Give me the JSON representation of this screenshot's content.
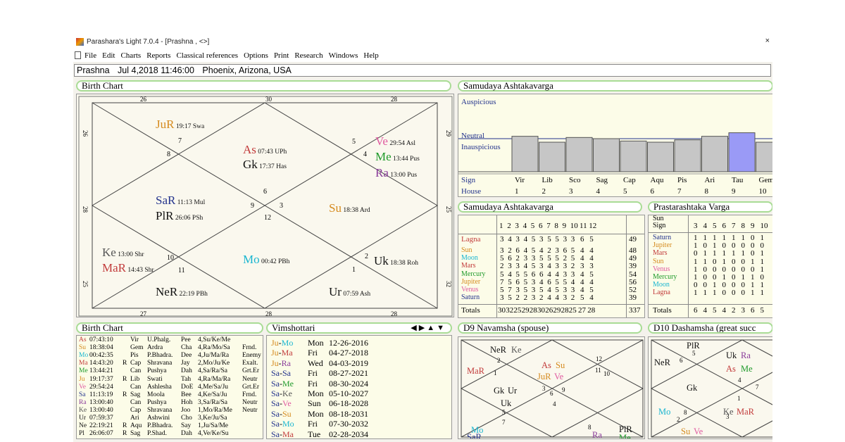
{
  "window": {
    "title": "Parashara's Light 7.0.4 - [Prashna , <>]",
    "close": "×"
  },
  "menu": [
    "File",
    "Edit",
    "Charts",
    "Reports",
    "Classical references",
    "Options",
    "Print",
    "Research",
    "Windows",
    "Help"
  ],
  "info": {
    "name": "Prashna",
    "datetime": "Jul 4,2018 11:46:00",
    "place": "Phoenix, Arizona, USA"
  },
  "birth_chart": {
    "title": "Birth Chart",
    "top_nums": [
      "26",
      "30",
      "28"
    ],
    "bottom_nums": [
      "27",
      "28",
      "28"
    ],
    "left_nums": [
      "26",
      "28",
      "25"
    ],
    "right_nums": [
      "29",
      "25",
      "32"
    ],
    "house_nums": [
      "6",
      "9",
      "3",
      "12",
      "5",
      "4",
      "7",
      "8",
      "10",
      "11",
      "2",
      "1"
    ],
    "planets": [
      {
        "name": "JuR",
        "deg": "19:17",
        "nak": "Swa",
        "color": "#d58a1e"
      },
      {
        "name": "As",
        "deg": "07:43",
        "nak": "UPh",
        "color": "#c23b3b"
      },
      {
        "name": "Gk",
        "deg": "17:37",
        "nak": "Has",
        "color": "#111"
      },
      {
        "name": "Ve",
        "deg": "29:54",
        "nak": "Asl",
        "color": "#e05aa0"
      },
      {
        "name": "Me",
        "deg": "13:44",
        "nak": "Pus",
        "color": "#1f9a2a"
      },
      {
        "name": "Ra",
        "deg": "13:00",
        "nak": "Pus",
        "color": "#8a3c9a"
      },
      {
        "name": "SaR",
        "deg": "11:13",
        "nak": "Mul",
        "color": "#22328c"
      },
      {
        "name": "PlR",
        "deg": "26:06",
        "nak": "PSh",
        "color": "#111"
      },
      {
        "name": "Su",
        "deg": "18:38",
        "nak": "Ard",
        "color": "#d58a1e"
      },
      {
        "name": "Ke",
        "deg": "13:00",
        "nak": "Shr",
        "color": "#555"
      },
      {
        "name": "MaR",
        "deg": "14:43",
        "nak": "Shr",
        "color": "#c23b3b"
      },
      {
        "name": "Mo",
        "deg": "00:42",
        "nak": "PBh",
        "color": "#18b5d0"
      },
      {
        "name": "Uk",
        "deg": "18:38",
        "nak": "Roh",
        "color": "#111"
      },
      {
        "name": "NeR",
        "deg": "22:19",
        "nak": "PBh",
        "color": "#111"
      },
      {
        "name": "Ur",
        "deg": "07:59",
        "nak": "Ash",
        "color": "#111"
      }
    ]
  },
  "samudaya_bar": {
    "title": "Samudaya Ashtakavarga",
    "auspicious": "Auspicious",
    "neutral": "Neutral",
    "inauspicious": "Inauspicious",
    "sign_label": "Sign",
    "house_label": "House",
    "signs": [
      "Vir",
      "Lib",
      "Sco",
      "Sag",
      "Cap",
      "Aqu",
      "Pis",
      "Ari",
      "Tau",
      "Gem"
    ],
    "houses": [
      "1",
      "2",
      "3",
      "4",
      "5",
      "6",
      "7",
      "8",
      "9",
      "10"
    ],
    "values": [
      30,
      25,
      29,
      28,
      26,
      25,
      27,
      30,
      33,
      25
    ],
    "highlight_index": 8
  },
  "samudaya_table": {
    "title": "Samudaya Ashtakavarga",
    "header": [
      "1",
      "2",
      "3",
      "4",
      "5",
      "6",
      "7",
      "8",
      "9",
      "10",
      "11",
      "12"
    ],
    "lagna": {
      "label": "Lagna",
      "vals": [
        "3",
        "4",
        "3",
        "4",
        "5",
        "3",
        "5",
        "5",
        "3",
        "3",
        "6",
        "5"
      ],
      "total": "49"
    },
    "rows": [
      {
        "label": "Sun",
        "color": "#d58a1e",
        "vals": [
          "3",
          "2",
          "6",
          "4",
          "5",
          "4",
          "2",
          "3",
          "6",
          "5",
          "4",
          "4"
        ],
        "total": "48"
      },
      {
        "label": "Moon",
        "color": "#18b5d0",
        "vals": [
          "5",
          "6",
          "2",
          "3",
          "3",
          "5",
          "5",
          "5",
          "2",
          "5",
          "4",
          "4"
        ],
        "total": "49"
      },
      {
        "label": "Mars",
        "color": "#c23b3b",
        "vals": [
          "2",
          "3",
          "3",
          "4",
          "5",
          "3",
          "4",
          "3",
          "3",
          "2",
          "3",
          "3"
        ],
        "total": "39"
      },
      {
        "label": "Mercury",
        "color": "#1f9a2a",
        "vals": [
          "5",
          "4",
          "5",
          "5",
          "6",
          "6",
          "4",
          "4",
          "3",
          "3",
          "4",
          "5"
        ],
        "total": "54"
      },
      {
        "label": "Jupiter",
        "color": "#d58a1e",
        "vals": [
          "7",
          "5",
          "6",
          "5",
          "3",
          "4",
          "6",
          "5",
          "5",
          "4",
          "4",
          "4"
        ],
        "total": "56"
      },
      {
        "label": "Venus",
        "color": "#e05aa0",
        "vals": [
          "5",
          "7",
          "3",
          "5",
          "3",
          "5",
          "4",
          "5",
          "3",
          "3",
          "4",
          "5"
        ],
        "total": "52"
      },
      {
        "label": "Saturn",
        "color": "#22328c",
        "vals": [
          "3",
          "5",
          "2",
          "2",
          "3",
          "2",
          "4",
          "4",
          "3",
          "2",
          "5",
          "4"
        ],
        "total": "39"
      }
    ],
    "totals": {
      "label": "Totals",
      "vals": [
        "30",
        "32",
        "25",
        "29",
        "28",
        "30",
        "26",
        "29",
        "28",
        "25",
        "27",
        "28"
      ],
      "total": "337"
    }
  },
  "prastarashtaka": {
    "title": "Prastarashtaka Varga",
    "sun_label": "Sun",
    "sign_label": "Sign",
    "header": [
      "3",
      "4",
      "5",
      "6",
      "7",
      "8",
      "9",
      "10"
    ],
    "rows": [
      {
        "label": "Saturn",
        "color": "#22328c",
        "vals": [
          "1",
          "1",
          "1",
          "1",
          "1",
          "1",
          "0",
          "1"
        ]
      },
      {
        "label": "Jupiter",
        "color": "#d58a1e",
        "vals": [
          "1",
          "0",
          "1",
          "0",
          "0",
          "0",
          "0",
          "0"
        ]
      },
      {
        "label": "Mars",
        "color": "#c23b3b",
        "vals": [
          "0",
          "1",
          "1",
          "1",
          "1",
          "1",
          "0",
          "1"
        ]
      },
      {
        "label": "Sun",
        "color": "#d58a1e",
        "vals": [
          "1",
          "1",
          "0",
          "1",
          "0",
          "0",
          "1",
          "1"
        ]
      },
      {
        "label": "Venus",
        "color": "#e05aa0",
        "vals": [
          "1",
          "0",
          "0",
          "0",
          "0",
          "0",
          "0",
          "1"
        ]
      },
      {
        "label": "Mercury",
        "color": "#1f9a2a",
        "vals": [
          "1",
          "0",
          "0",
          "1",
          "0",
          "1",
          "1",
          "0"
        ]
      },
      {
        "label": "Moon",
        "color": "#18b5d0",
        "vals": [
          "0",
          "0",
          "1",
          "0",
          "0",
          "0",
          "1",
          "1"
        ]
      },
      {
        "label": "Lagna",
        "color": "#c23b3b",
        "vals": [
          "1",
          "1",
          "1",
          "0",
          "0",
          "0",
          "1",
          "1"
        ]
      }
    ],
    "totals": {
      "label": "Totals",
      "vals": [
        "6",
        "4",
        "5",
        "4",
        "2",
        "3",
        "6",
        "5"
      ]
    }
  },
  "birth_list": {
    "title": "Birth Chart",
    "rows": [
      {
        "p": "As",
        "c": "#c23b3b",
        "deg": "07:43:10",
        "r": "",
        "sign": "Vir",
        "nak": "U.Phalg.",
        "pada": "Pee",
        "lords": "4,Su/Ke/Me",
        "dig": ""
      },
      {
        "p": "Su",
        "c": "#d58a1e",
        "deg": "18:38:04",
        "r": "",
        "sign": "Gem",
        "nak": "Ardra",
        "pada": "Cha",
        "lords": "4,Ra/Mo/Sa",
        "dig": "Frnd."
      },
      {
        "p": "Mo",
        "c": "#18b5d0",
        "deg": "00:42:35",
        "r": "",
        "sign": "Pis",
        "nak": "P.Bhadra.",
        "pada": "Dee",
        "lords": "4,Ju/Ma/Ra",
        "dig": "Enemy"
      },
      {
        "p": "Ma",
        "c": "#c23b3b",
        "deg": "14:43:20",
        "r": "R",
        "sign": "Cap",
        "nak": "Shravana",
        "pada": "Jay",
        "lords": "2,Mo/Ju/Ke",
        "dig": "Exalt."
      },
      {
        "p": "Me",
        "c": "#1f9a2a",
        "deg": "13:44:21",
        "r": "",
        "sign": "Can",
        "nak": "Pushya",
        "pada": "Dah",
        "lords": "4,Sa/Ra/Sa",
        "dig": "Grt.Er"
      },
      {
        "p": "Ju",
        "c": "#d58a1e",
        "deg": "19:17:37",
        "r": "R",
        "sign": "Lib",
        "nak": "Swati",
        "pada": "Tah",
        "lords": "4,Ra/Ma/Ra",
        "dig": "Neutr"
      },
      {
        "p": "Ve",
        "c": "#e05aa0",
        "deg": "29:54:24",
        "r": "",
        "sign": "Can",
        "nak": "Ashlesha",
        "pada": "DoE",
        "lords": "4,Me/Sa/Ju",
        "dig": "Grt.Er"
      },
      {
        "p": "Sa",
        "c": "#22328c",
        "deg": "11:13:19",
        "r": "R",
        "sign": "Sag",
        "nak": "Moola",
        "pada": "Bee",
        "lords": "4,Ke/Sa/Ju",
        "dig": "Frnd."
      },
      {
        "p": "Ra",
        "c": "#8a3c9a",
        "deg": "13:00:40",
        "r": "",
        "sign": "Can",
        "nak": "Pushya",
        "pada": "Hoh",
        "lords": "3,Sa/Ra/Sa",
        "dig": "Neutr"
      },
      {
        "p": "Ke",
        "c": "#555",
        "deg": "13:00:40",
        "r": "",
        "sign": "Cap",
        "nak": "Shravana",
        "pada": "Joo",
        "lords": "1,Mo/Ra/Me",
        "dig": "Neutr"
      },
      {
        "p": "Ur",
        "c": "#111",
        "deg": "07:59:37",
        "r": "",
        "sign": "Ari",
        "nak": "Ashwini",
        "pada": "Cho",
        "lords": "3,Ke/Ju/Sa",
        "dig": ""
      },
      {
        "p": "Ne",
        "c": "#111",
        "deg": "22:19:21",
        "r": "R",
        "sign": "Aqu",
        "nak": "P.Bhadra.",
        "pada": "Say",
        "lords": "1,Ju/Sa/Me",
        "dig": ""
      },
      {
        "p": "Pl",
        "c": "#111",
        "deg": "26:06:07",
        "r": "R",
        "sign": "Sag",
        "nak": "P.Shad.",
        "pada": "Dah",
        "lords": "4,Ve/Ke/Su",
        "dig": ""
      }
    ]
  },
  "vimshottari": {
    "title": "Vimshottari",
    "nav": [
      "◀",
      "▶",
      "▲",
      "▼"
    ],
    "rows": [
      {
        "a": "Ju",
        "ac": "#d58a1e",
        "b": "Mo",
        "bc": "#18b5d0",
        "day": "Mon",
        "date": "12-26-2016"
      },
      {
        "a": "Ju",
        "ac": "#d58a1e",
        "b": "Ma",
        "bc": "#c23b3b",
        "day": "Fri",
        "date": "04-27-2018"
      },
      {
        "a": "Ju",
        "ac": "#d58a1e",
        "b": "Ra",
        "bc": "#8a3c9a",
        "day": "Wed",
        "date": "04-03-2019"
      },
      {
        "a": "Sa",
        "ac": "#22328c",
        "b": "Sa",
        "bc": "#22328c",
        "day": "Fri",
        "date": "08-27-2021"
      },
      {
        "a": "Sa",
        "ac": "#22328c",
        "b": "Me",
        "bc": "#1f9a2a",
        "day": "Fri",
        "date": "08-30-2024"
      },
      {
        "a": "Sa",
        "ac": "#22328c",
        "b": "Ke",
        "bc": "#555",
        "day": "Mon",
        "date": "05-10-2027"
      },
      {
        "a": "Sa",
        "ac": "#22328c",
        "b": "Ve",
        "bc": "#e05aa0",
        "day": "Sun",
        "date": "06-18-2028"
      },
      {
        "a": "Sa",
        "ac": "#22328c",
        "b": "Su",
        "bc": "#d58a1e",
        "day": "Mon",
        "date": "08-18-2031"
      },
      {
        "a": "Sa",
        "ac": "#22328c",
        "b": "Mo",
        "bc": "#18b5d0",
        "day": "Fri",
        "date": "07-30-2032"
      },
      {
        "a": "Sa",
        "ac": "#22328c",
        "b": "Ma",
        "bc": "#c23b3b",
        "day": "Tue",
        "date": "02-28-2034"
      }
    ]
  },
  "d9": {
    "title": "D9 Navamsha  (spouse)",
    "nums": [
      "2",
      "1",
      "12",
      "11",
      "10",
      "3",
      "9",
      "6",
      "4",
      "5",
      "7",
      "8"
    ],
    "planets": [
      {
        "t": "NeR",
        "c": "#111"
      },
      {
        "t": "Ke",
        "c": "#555"
      },
      {
        "t": "As",
        "c": "#c23b3b"
      },
      {
        "t": "Su",
        "c": "#d58a1e"
      },
      {
        "t": "JuR",
        "c": "#d58a1e"
      },
      {
        "t": "Ve",
        "c": "#e05aa0"
      },
      {
        "t": "MaR",
        "c": "#c23b3b"
      },
      {
        "t": "Gk",
        "c": "#111"
      },
      {
        "t": "Ur",
        "c": "#111"
      },
      {
        "t": "Uk",
        "c": "#111"
      },
      {
        "t": "Mo",
        "c": "#18b5d0"
      },
      {
        "t": "SaR",
        "c": "#22328c"
      },
      {
        "t": "PlR",
        "c": "#111"
      },
      {
        "t": "Me",
        "c": "#1f9a2a"
      },
      {
        "t": "Ra",
        "c": "#8a3c9a"
      }
    ]
  },
  "d10": {
    "title": "D10 Dashamsha  (great succ",
    "nums": [
      "6",
      "5",
      "7",
      "4",
      "1",
      "8",
      "2",
      "3"
    ],
    "planets": [
      {
        "t": "PlR",
        "c": "#111"
      },
      {
        "t": "NeR",
        "c": "#111"
      },
      {
        "t": "Uk",
        "c": "#111"
      },
      {
        "t": "Ra",
        "c": "#8a3c9a"
      },
      {
        "t": "As",
        "c": "#c23b3b"
      },
      {
        "t": "Me",
        "c": "#1f9a2a"
      },
      {
        "t": "Gk",
        "c": "#111"
      },
      {
        "t": "Mo",
        "c": "#18b5d0"
      },
      {
        "t": "Ke",
        "c": "#555"
      },
      {
        "t": "MaR",
        "c": "#c23b3b"
      },
      {
        "t": "Su",
        "c": "#d58a1e"
      },
      {
        "t": "Ve",
        "c": "#e05aa0"
      }
    ]
  }
}
